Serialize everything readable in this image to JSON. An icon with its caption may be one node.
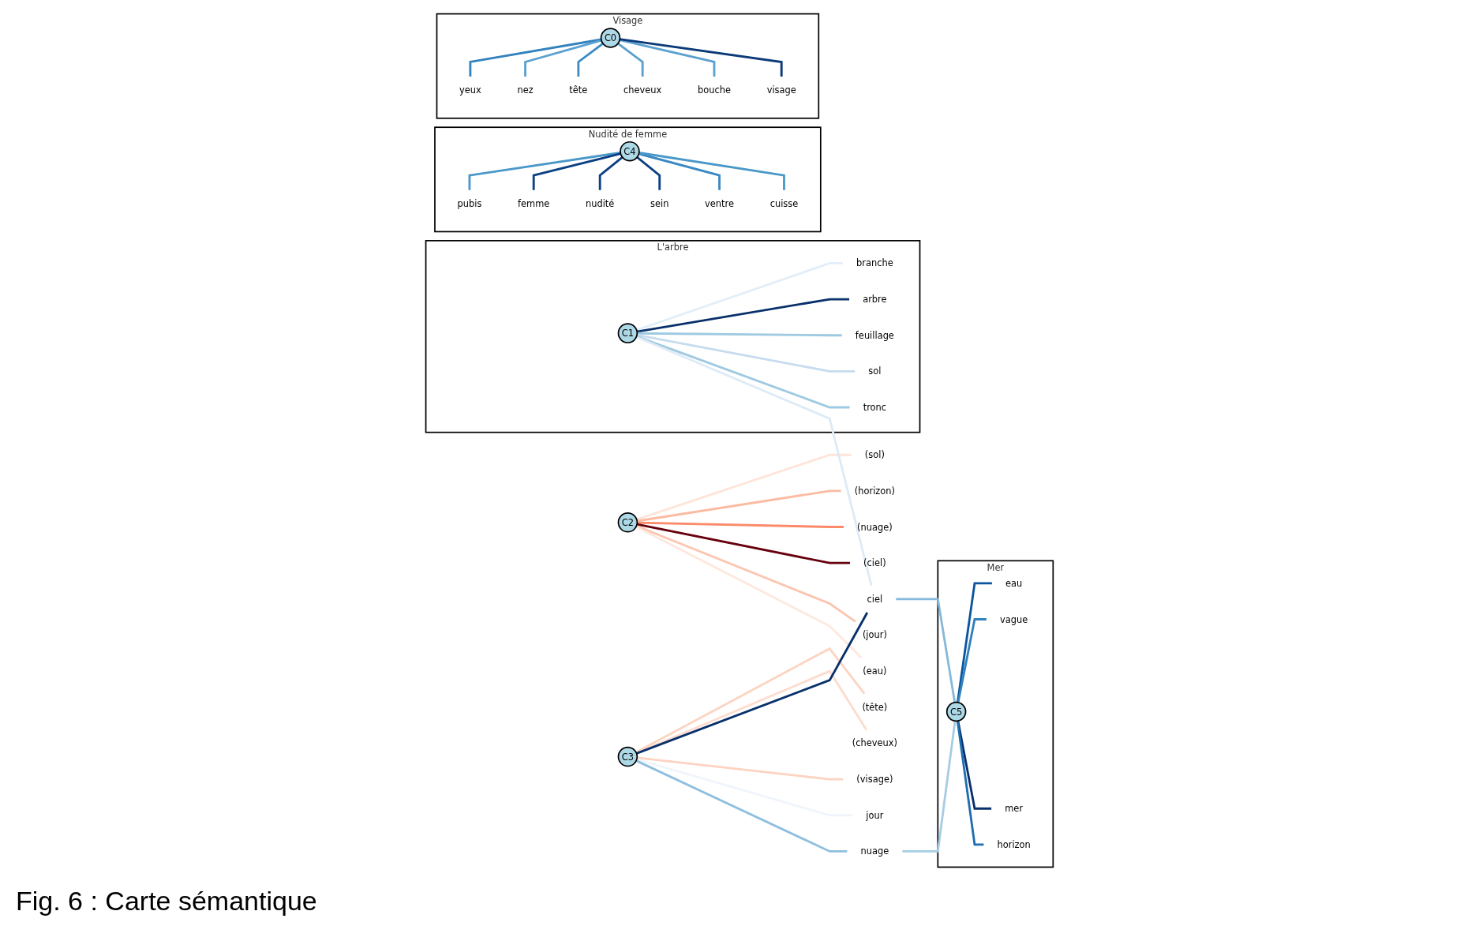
{
  "diagram": {
    "caption": "Fig. 6 : Carte sémantique",
    "nodes": [
      {
        "text": [
          "(sol)"
        ]
      },
      {
        "text": [
          "(horizon)"
        ]
      },
      {
        "text": [
          "(nuage)"
        ]
      },
      {
        "text": [
          "C2"
        ]
      },
      {
        "text": [
          "(ciel)"
        ]
      },
      {
        "text": [
          "(jour)"
        ]
      },
      {
        "text": [
          "(eau)"
        ]
      },
      {
        "text": [
          "L'arbre"
        ]
      },
      {
        "text": [
          "branche"
        ],
        "in": 7
      },
      {
        "text": [
          "arbre"
        ],
        "in": 7
      },
      {
        "text": [
          "feuillage"
        ],
        "in": 7
      },
      {
        "text": [
          "sol"
        ],
        "in": 7
      },
      {
        "text": [
          "C1"
        ],
        "in": 7
      },
      {
        "text": [
          "tronc"
        ],
        "in": 7
      },
      {
        "text": [
          "Nudité de femme"
        ]
      },
      {
        "text": [
          "pubis"
        ],
        "in": 14
      },
      {
        "text": [
          "femme"
        ],
        "in": 14
      },
      {
        "text": [
          "nudité"
        ],
        "in": 14
      },
      {
        "text": [
          "C4"
        ],
        "in": 14
      },
      {
        "text": [
          "sein"
        ],
        "in": 14
      },
      {
        "text": [
          "ventre"
        ],
        "in": 14
      },
      {
        "text": [
          "cuisse"
        ],
        "in": 14
      },
      {
        "text": [
          "(tête)"
        ]
      },
      {
        "text": [
          "(cheveux)"
        ]
      },
      {
        "text": [
          "ciel"
        ]
      },
      {
        "text": [
          "C3"
        ]
      },
      {
        "text": [
          "(visage)"
        ]
      },
      {
        "text": [
          "jour"
        ]
      },
      {
        "text": [
          "nuage"
        ]
      },
      {
        "text": [
          "Visage"
        ]
      },
      {
        "text": [
          "yeux"
        ],
        "in": 29
      },
      {
        "text": [
          "nez"
        ],
        "in": 29
      },
      {
        "text": [
          "tête"
        ],
        "in": 29
      },
      {
        "text": [
          "C0"
        ],
        "in": 29
      },
      {
        "text": [
          "cheveux"
        ],
        "in": 29
      },
      {
        "text": [
          "bouche"
        ],
        "in": 29
      },
      {
        "text": [
          "visage"
        ],
        "in": 29
      },
      {
        "text": [
          "Mer"
        ]
      },
      {
        "text": [
          "C5"
        ],
        "in": 37
      },
      {
        "text": [
          "eau"
        ],
        "in": 37
      },
      {
        "text": [
          "vague"
        ],
        "in": 37
      },
      {
        "text": [
          "mer"
        ],
        "in": 37
      },
      {
        "text": [
          "horizon"
        ],
        "in": 37
      }
    ],
    "edges": [
      {
        "from": 3,
        "to": 0,
        "arrow": "none",
        "color": "#fee5d9"
      },
      {
        "from": 3,
        "to": 1,
        "arrow": "none",
        "color": "#fcbba1"
      },
      {
        "from": 3,
        "to": 2,
        "arrow": "none",
        "color": "#fc8a6a"
      },
      {
        "from": 3,
        "to": 4,
        "arrow": "none",
        "color": "#67000d"
      },
      {
        "from": 3,
        "to": 5,
        "arrow": "none",
        "color": "#fcc5b0"
      },
      {
        "from": 3,
        "to": 6,
        "arrow": "none",
        "color": "#fee8de"
      },
      {
        "from": 12,
        "to": 8,
        "arrow": "none",
        "color": "#e3eef9"
      },
      {
        "from": 12,
        "to": 9,
        "arrow": "none",
        "color": "#08306b"
      },
      {
        "from": 12,
        "to": 10,
        "arrow": "none",
        "color": "#9ecae1"
      },
      {
        "from": 12,
        "to": 11,
        "arrow": "none",
        "color": "#c6dbef"
      },
      {
        "from": 12,
        "to": 13,
        "arrow": "none",
        "color": "#9ecae1"
      },
      {
        "from": 12,
        "to": 24,
        "arrow": "none",
        "color": "#deebf7"
      },
      {
        "from": 18,
        "to": 15,
        "arrow": "none",
        "color": "#4a98c9"
      },
      {
        "from": 18,
        "to": 16,
        "arrow": "none",
        "color": "#0b4083"
      },
      {
        "from": 18,
        "to": 17,
        "arrow": "none",
        "color": "#0b4083"
      },
      {
        "from": 18,
        "to": 19,
        "arrow": "none",
        "color": "#0b4083"
      },
      {
        "from": 18,
        "to": 20,
        "arrow": "none",
        "color": "#3a88c4"
      },
      {
        "from": 18,
        "to": 21,
        "arrow": "none",
        "color": "#4a98c9"
      },
      {
        "from": 25,
        "to": 22,
        "arrow": "none",
        "color": "#fcd5c2"
      },
      {
        "from": 25,
        "to": 23,
        "arrow": "none",
        "color": "#fddccf"
      },
      {
        "from": 25,
        "to": 24,
        "arrow": "none",
        "color": "#08306b"
      },
      {
        "from": 25,
        "to": 26,
        "arrow": "none",
        "color": "#fdd3c1"
      },
      {
        "from": 25,
        "to": 27,
        "arrow": "none",
        "color": "#f0f5fc"
      },
      {
        "from": 25,
        "to": 28,
        "arrow": "none",
        "color": "#8fbfdf"
      },
      {
        "from": 24,
        "to": 38,
        "arrow": "none",
        "color": "#86b9da"
      },
      {
        "from": 28,
        "to": 38,
        "arrow": "none",
        "color": "#a6cde3"
      },
      {
        "from": 38,
        "to": 39,
        "arrow": "none",
        "color": "#0b559f"
      },
      {
        "from": 38,
        "to": 40,
        "arrow": "none",
        "color": "#3182bd"
      },
      {
        "from": 38,
        "to": 41,
        "arrow": "none",
        "color": "#08306b"
      },
      {
        "from": 38,
        "to": 42,
        "arrow": "none",
        "color": "#1f6db1"
      },
      {
        "from": 33,
        "to": 30,
        "arrow": "none",
        "color": "#3182bd"
      },
      {
        "from": 33,
        "to": 31,
        "arrow": "none",
        "color": "#5aa0d0"
      },
      {
        "from": 33,
        "to": 32,
        "arrow": "none",
        "color": "#3f8cc5"
      },
      {
        "from": 33,
        "to": 34,
        "arrow": "none",
        "color": "#5aa0d0"
      },
      {
        "from": 33,
        "to": 35,
        "arrow": "none",
        "color": "#5aa0d0"
      },
      {
        "from": 33,
        "to": 36,
        "arrow": "none",
        "color": "#0b3a78"
      }
    ]
  }
}
